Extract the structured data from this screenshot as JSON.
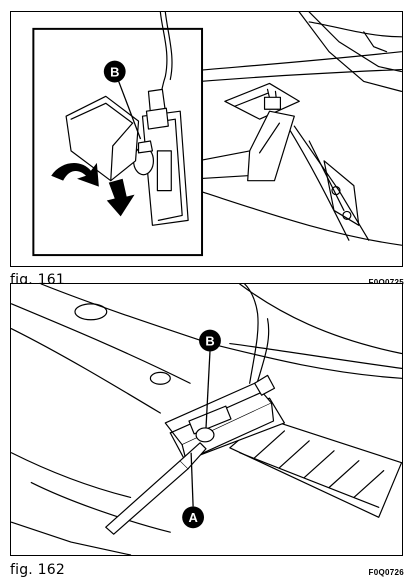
{
  "figures": [
    {
      "caption": "fig. 161",
      "code": "F0Q0725",
      "callouts": [
        "B"
      ]
    },
    {
      "caption": "fig. 162",
      "code": "F0Q0726",
      "callouts": [
        "B",
        "A"
      ]
    }
  ]
}
